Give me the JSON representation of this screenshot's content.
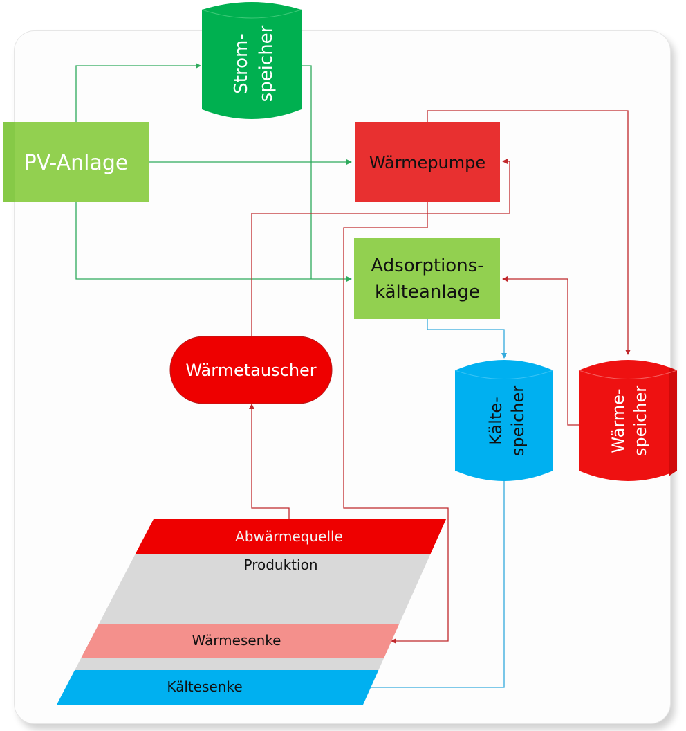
{
  "diagram": {
    "title": "",
    "nodes": {
      "pv": {
        "label": "PV-Anlage",
        "color": "#92d050",
        "text_color": "#ffffff"
      },
      "strom": {
        "line1": "Strom-",
        "line2": "speicher",
        "color": "#00b050",
        "text_color": "#ffffff"
      },
      "wp": {
        "label": "Wärmepumpe",
        "color": "#e83030",
        "text_color": "#111111"
      },
      "ads": {
        "line1": "Adsorptions-",
        "line2": "kälteanlage",
        "color": "#92d050",
        "text_color": "#111111"
      },
      "wt": {
        "label": "Wärmetauscher",
        "color": "#ee0000",
        "text_color": "#ffffff"
      },
      "kaelte": {
        "line1": "Kälte-",
        "line2": "speicher",
        "color": "#00b0f0",
        "text_color": "#111111"
      },
      "waerme": {
        "line1": "Wärme-",
        "line2": "speicher",
        "color": "#ee1111",
        "text_color": "#ffffff"
      },
      "produktion": {
        "bands": [
          {
            "label": "Abwärmequelle",
            "color": "#ee0000",
            "text_color": "#ffffff"
          },
          {
            "label": "Produktion",
            "color": "#d9d9d9",
            "text_color": "#111111"
          },
          {
            "label": "Wärmesenke",
            "color": "#f4908c",
            "text_color": "#111111"
          },
          {
            "label": "Kältesenke",
            "color": "#00b0f0",
            "text_color": "#111111"
          }
        ]
      }
    },
    "connector_colors": {
      "power": "#2eaa5c",
      "heat": "#c0282c",
      "cold": "#33aadd"
    },
    "edges": [
      {
        "from": "PV-Anlage",
        "to": "Stromspeicher",
        "type": "power"
      },
      {
        "from": "PV-Anlage",
        "to": "Wärmepumpe",
        "type": "power"
      },
      {
        "from": "PV-Anlage",
        "to": "Adsorptionskälteanlage",
        "type": "power"
      },
      {
        "from": "Stromspeicher",
        "to": "Adsorptionskälteanlage",
        "type": "power"
      },
      {
        "from": "Wärmepumpe",
        "to": "Wärmespeicher",
        "type": "heat"
      },
      {
        "from": "Wärmetauscher",
        "to": "Wärmepumpe",
        "type": "heat"
      },
      {
        "from": "Abwärmequelle",
        "to": "Wärmetauscher",
        "type": "heat"
      },
      {
        "from": "Wärmepumpe",
        "to": "Wärmesenke",
        "type": "heat"
      },
      {
        "from": "Wärmespeicher",
        "to": "Adsorptionskälteanlage",
        "type": "heat"
      },
      {
        "from": "Adsorptionskälteanlage",
        "to": "Kältespeicher",
        "type": "cold"
      },
      {
        "from": "Kältespeicher",
        "to": "Kältesenke",
        "type": "cold"
      }
    ]
  }
}
